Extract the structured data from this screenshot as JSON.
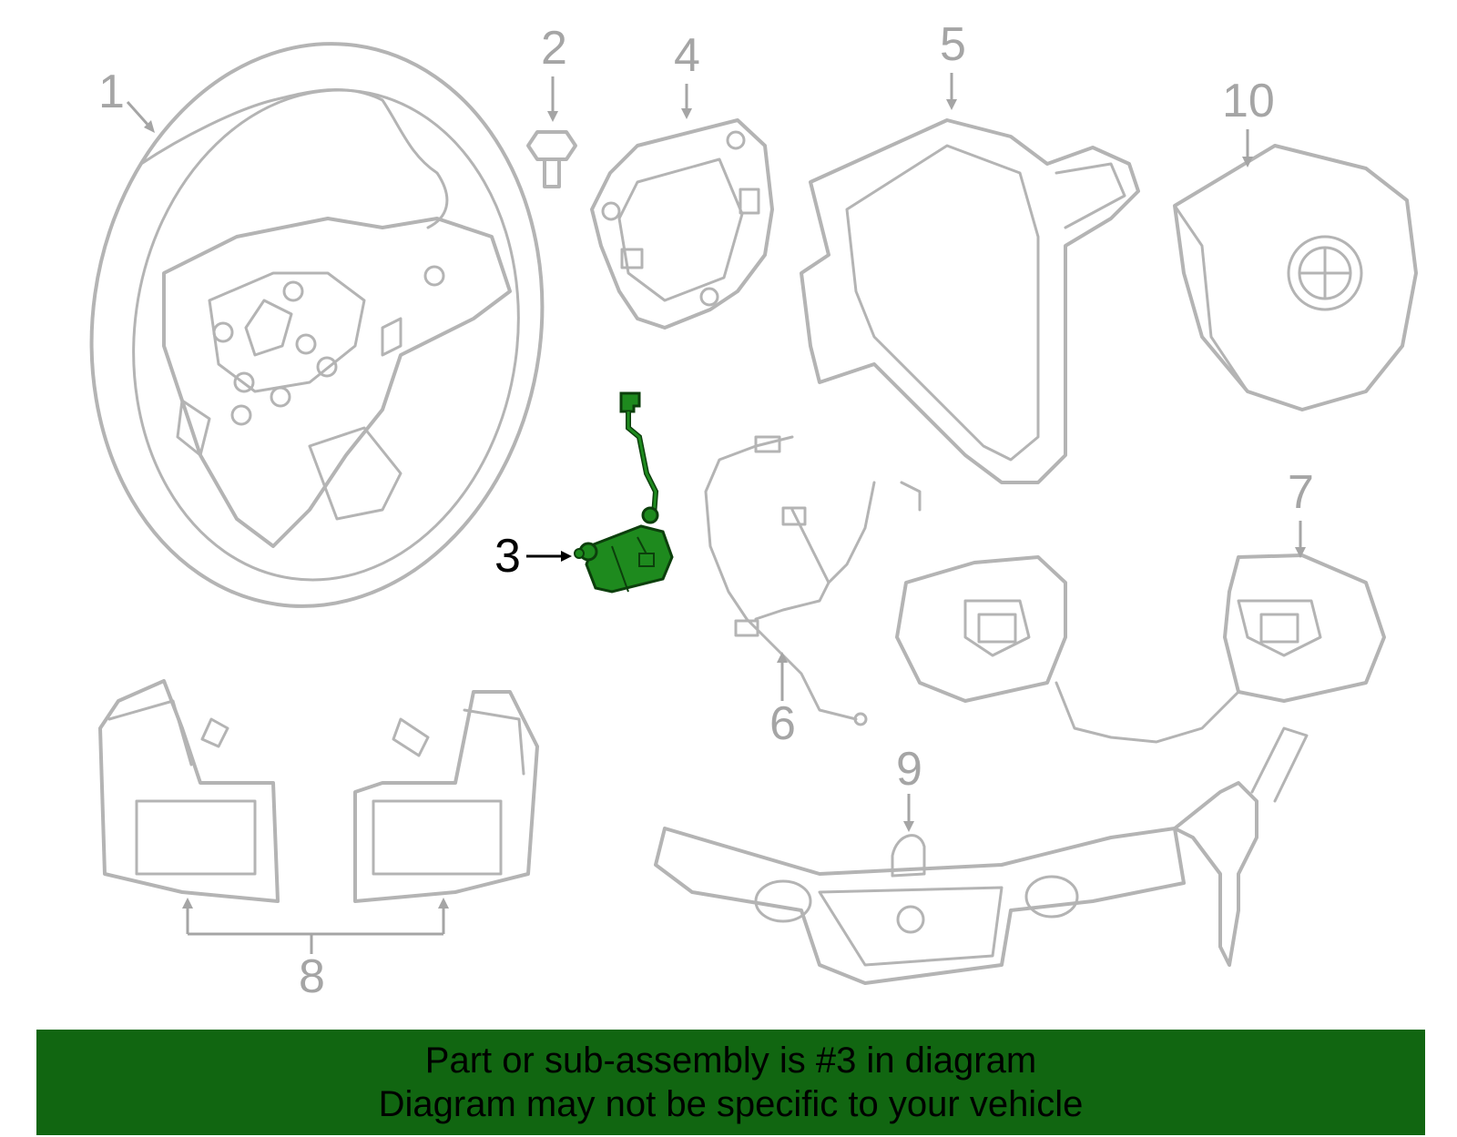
{
  "diagram": {
    "callouts": [
      {
        "id": "1",
        "label": "1"
      },
      {
        "id": "2",
        "label": "2"
      },
      {
        "id": "3",
        "label": "3",
        "highlighted": true
      },
      {
        "id": "4",
        "label": "4"
      },
      {
        "id": "5",
        "label": "5"
      },
      {
        "id": "6",
        "label": "6"
      },
      {
        "id": "7",
        "label": "7"
      },
      {
        "id": "8",
        "label": "8"
      },
      {
        "id": "9",
        "label": "9"
      },
      {
        "id": "10",
        "label": "10"
      }
    ],
    "highlight_color": "#116611",
    "part_color": "#b4b4b4",
    "callout_color": "#a5a5a5"
  },
  "banner": {
    "line1": "Part or sub-assembly is #3 in diagram",
    "line2": "Diagram may not be specific to your vehicle",
    "background": "#116611"
  }
}
